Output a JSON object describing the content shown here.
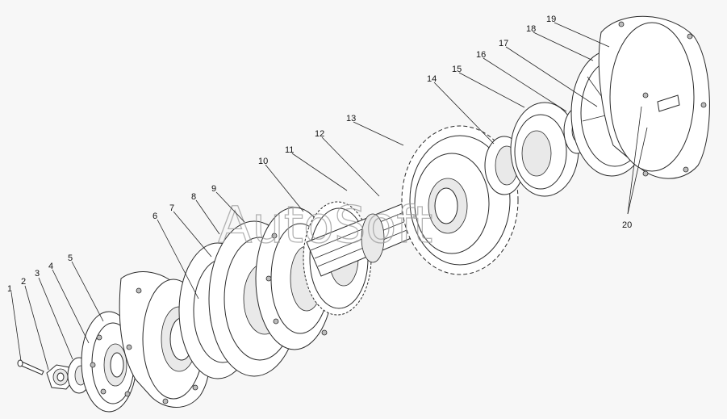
{
  "watermark": "AutoSoft",
  "callouts": [
    {
      "id": "c1",
      "text": "1"
    },
    {
      "id": "c2",
      "text": "2"
    },
    {
      "id": "c3",
      "text": "3"
    },
    {
      "id": "c4",
      "text": "4"
    },
    {
      "id": "c5",
      "text": "5"
    },
    {
      "id": "c6",
      "text": "6"
    },
    {
      "id": "c7",
      "text": "7"
    },
    {
      "id": "c8",
      "text": "8"
    },
    {
      "id": "c9",
      "text": "9"
    },
    {
      "id": "c10",
      "text": "10"
    },
    {
      "id": "c11",
      "text": "11"
    },
    {
      "id": "c12",
      "text": "12"
    },
    {
      "id": "c13",
      "text": "13"
    },
    {
      "id": "c14",
      "text": "14"
    },
    {
      "id": "c15",
      "text": "15"
    },
    {
      "id": "c16",
      "text": "16"
    },
    {
      "id": "c17",
      "text": "17"
    },
    {
      "id": "c18",
      "text": "18"
    },
    {
      "id": "c19",
      "text": "19"
    },
    {
      "id": "c20",
      "text": "20"
    }
  ]
}
